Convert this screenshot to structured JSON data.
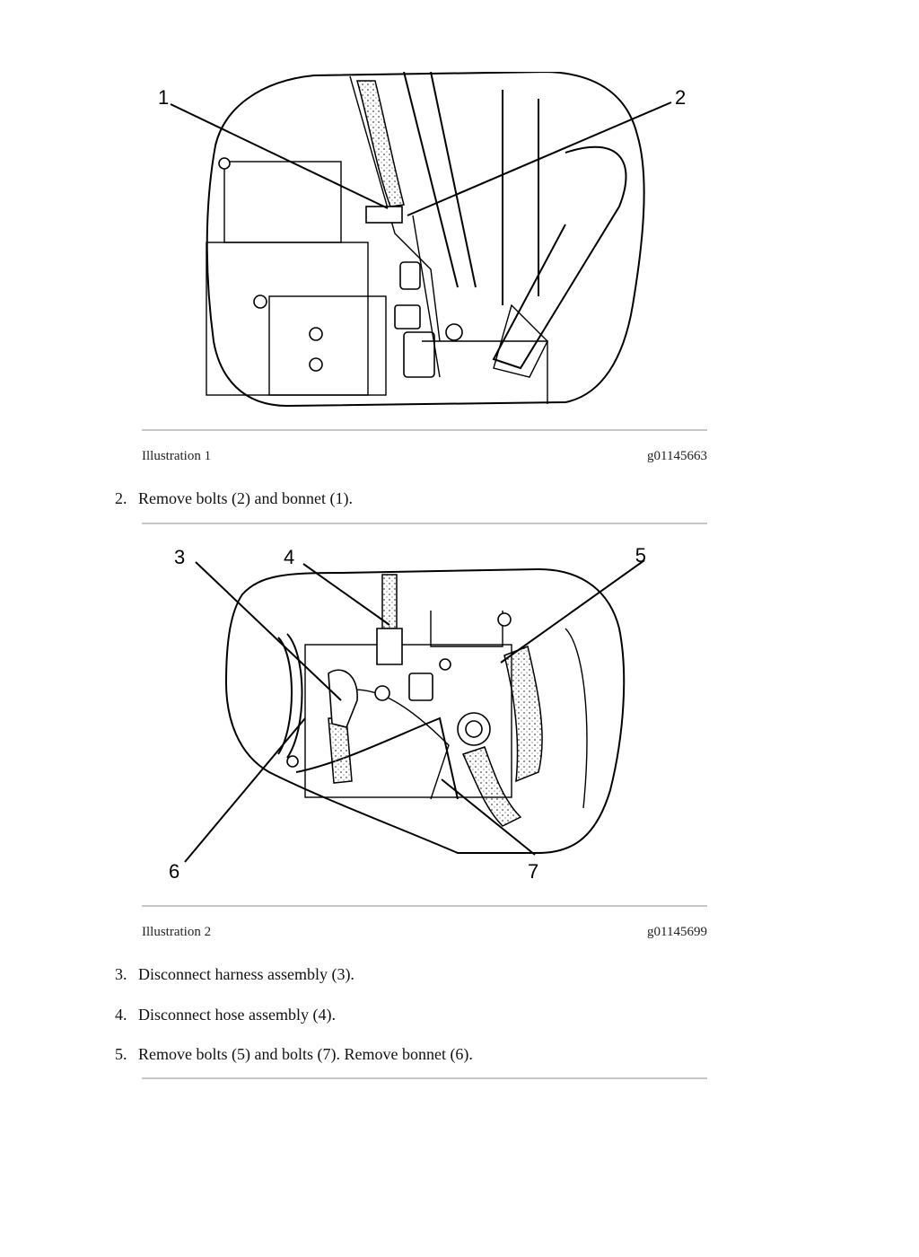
{
  "illustration1": {
    "callouts": [
      "1",
      "2"
    ],
    "caption_label": "Illustration 1",
    "caption_id": "g01145663"
  },
  "illustration2": {
    "callouts": [
      "3",
      "4",
      "5",
      "6",
      "7"
    ],
    "caption_label": "Illustration 2",
    "caption_id": "g01145699"
  },
  "steps": [
    {
      "number": "2.",
      "text": "Remove bolts (2) and bonnet (1)."
    },
    {
      "number": "3.",
      "text": "Disconnect harness assembly (3)."
    },
    {
      "number": "4.",
      "text": "Disconnect hose assembly (4)."
    },
    {
      "number": "5.",
      "text": "Remove bolts (5) and bolts (7). Remove bonnet (6)."
    }
  ]
}
